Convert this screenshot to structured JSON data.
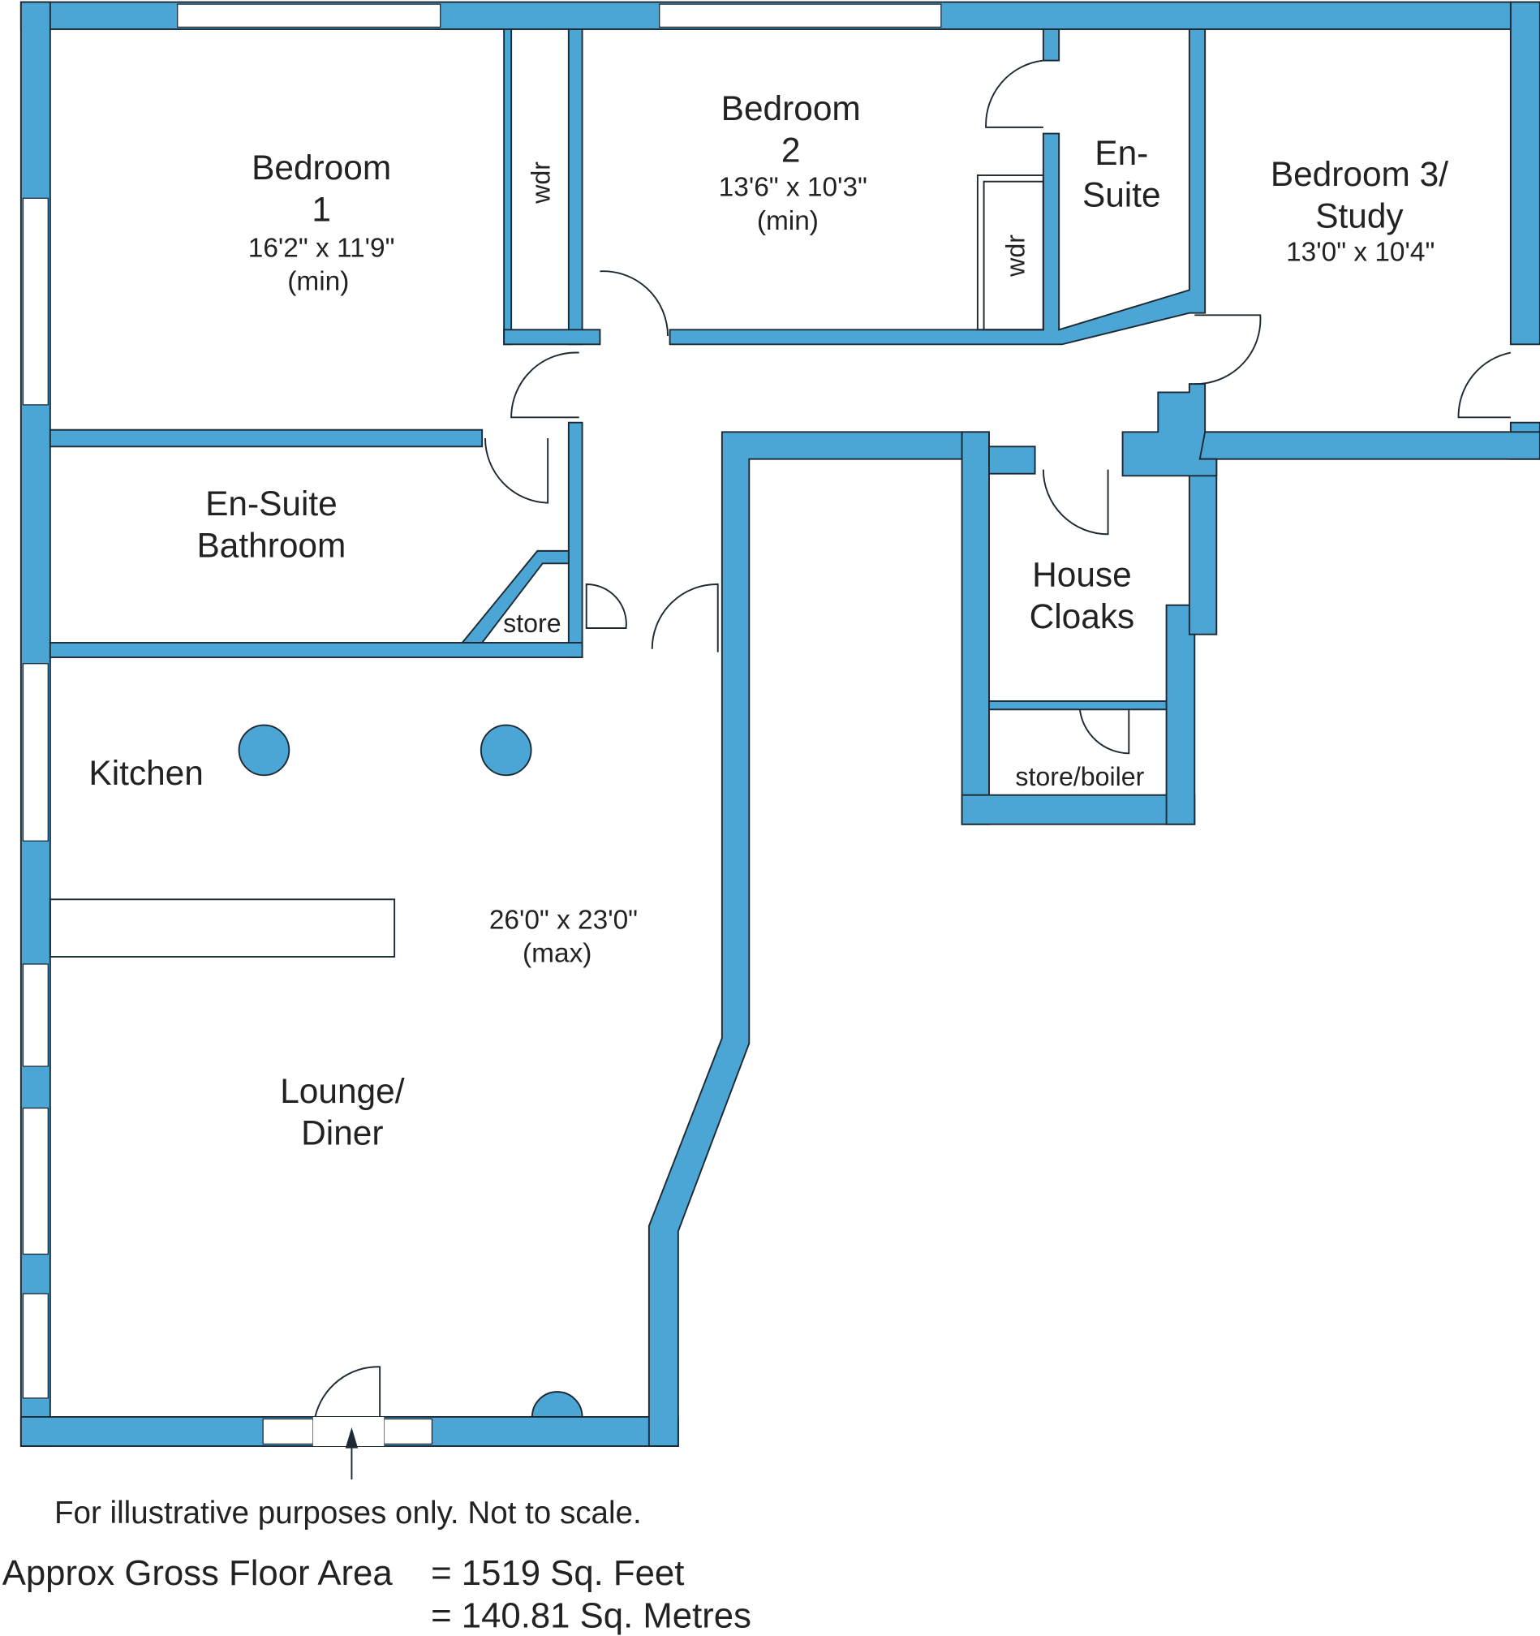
{
  "colors": {
    "wall": "#4ba6d6",
    "outline": "#1e2a33",
    "text": "#222222"
  },
  "rooms": {
    "bedroom1": {
      "name_line1": "Bedroom",
      "name_line2": "1",
      "size": "16'2\" x 11'9\"",
      "note": "(min)"
    },
    "bedroom2": {
      "name_line1": "Bedroom",
      "name_line2": "2",
      "size": "13'6\" x 10'3\"",
      "note": "(min)"
    },
    "ensuite": {
      "name_line1": "En-",
      "name_line2": "Suite"
    },
    "bedroom3": {
      "name_line1": "Bedroom 3/",
      "name_line2": "Study",
      "size": "13'0\" x 10'4\""
    },
    "ensuite_bathroom": {
      "name_line1": "En-Suite",
      "name_line2": "Bathroom"
    },
    "store": {
      "name": "store"
    },
    "house_cloaks": {
      "name_line1": "House",
      "name_line2": "Cloaks"
    },
    "store_boiler": {
      "name": "store/boiler"
    },
    "kitchen": {
      "name": "Kitchen"
    },
    "lounge": {
      "size": "26'0\" x 23'0\"",
      "note": "(max)",
      "name_line1": "Lounge/",
      "name_line2": "Diner"
    },
    "wardrobe1": {
      "name": "wdr"
    },
    "wardrobe2": {
      "name": "wdr"
    }
  },
  "footer": {
    "disclaimer": "For illustrative purposes only. Not to scale.",
    "area_label": "Approx Gross Floor Area",
    "area_sqft": "=  1519  Sq. Feet",
    "area_sqm": "=  140.81  Sq. Metres"
  }
}
